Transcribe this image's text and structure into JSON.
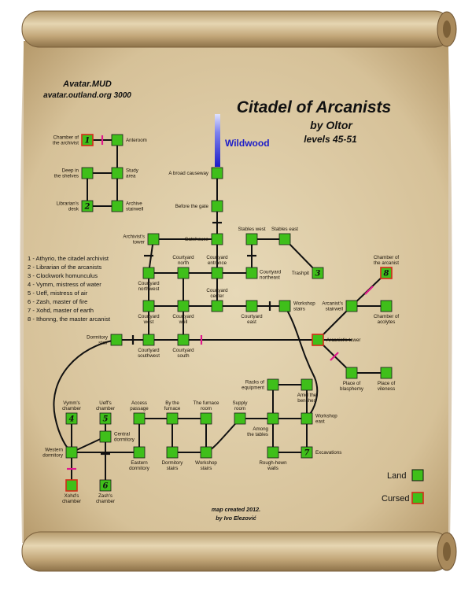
{
  "header": {
    "server": "Avatar.MUD",
    "address": "avatar.outland.org 3000",
    "title": "Citadel of Arcanists",
    "author": "by Oltor",
    "levels": "levels 45-51",
    "exit_label": "Wildwood"
  },
  "legend_list": [
    "1 - Athyrio, the citadel archivist",
    "2 - Librarian of the arcanists",
    "3 - Clockwork homunculus",
    "4 - Vymm, mistress of water",
    "5 - Ueff, mistress of air",
    "6 - Zash, master of fire",
    "7 - Xohd, master of earth",
    "8 - Ithonng, the master arcanist"
  ],
  "key": {
    "land": "Land",
    "cursed": "Cursed"
  },
  "credits": {
    "line1": "map created 2012.",
    "line2": "by Ivo Elezović"
  },
  "colors": {
    "land": "#3fbf1a",
    "cursed_border": "#d42a1a",
    "door": "#e0198c",
    "wildwood": "#1c1cc8",
    "parchment": "#d9c7a2"
  },
  "rooms": [
    {
      "id": "chamber-archivist",
      "num": "1",
      "cursed": true,
      "label": [
        "Chamber of",
        "the archivist"
      ]
    },
    {
      "id": "anteroom",
      "label": [
        "Anteroom"
      ]
    },
    {
      "id": "deep-shelves",
      "label": [
        "Deep in",
        "the shelves"
      ]
    },
    {
      "id": "study-area",
      "label": [
        "Study",
        "area"
      ]
    },
    {
      "id": "librarians-desk",
      "num": "2",
      "label": [
        "Librarian's",
        "desk"
      ]
    },
    {
      "id": "archive-stairwell",
      "label": [
        "Archive",
        "stairwell"
      ]
    },
    {
      "id": "archivists-tower",
      "label": [
        "Archivist's",
        "tower"
      ]
    },
    {
      "id": "broad-causeway",
      "label": [
        "A broad causeway"
      ]
    },
    {
      "id": "before-gate",
      "label": [
        "Before the gate"
      ]
    },
    {
      "id": "gatehouse",
      "label": [
        "Gatehouse"
      ]
    },
    {
      "id": "stables-west",
      "label": [
        "Stables west"
      ]
    },
    {
      "id": "stables-east",
      "label": [
        "Stables east"
      ]
    },
    {
      "id": "trashpit",
      "num": "3",
      "label": [
        "Trashpit"
      ]
    },
    {
      "id": "cy-northwest",
      "label": [
        "Courtyard",
        "northwest"
      ]
    },
    {
      "id": "cy-north",
      "label": [
        "Courtyard",
        "north"
      ]
    },
    {
      "id": "cy-entrance",
      "label": [
        "Courtyard",
        "entrance"
      ]
    },
    {
      "id": "cy-northeast",
      "label": [
        "Courtyard",
        "northeast"
      ]
    },
    {
      "id": "cy-west",
      "label": [
        "Courtyard",
        "west"
      ]
    },
    {
      "id": "cy-well",
      "label": [
        "Courtyard",
        "well"
      ]
    },
    {
      "id": "cy-center",
      "label": [
        "Courtyard",
        "center"
      ]
    },
    {
      "id": "cy-east",
      "label": [
        "Courtyard",
        "east"
      ]
    },
    {
      "id": "workshop-stairs",
      "label": [
        "Workshop",
        "stairs"
      ]
    },
    {
      "id": "dormitory-stair",
      "label": [
        "Dormitory",
        "stair"
      ]
    },
    {
      "id": "cy-southwest",
      "label": [
        "Courtyard",
        "southwest"
      ]
    },
    {
      "id": "cy-south",
      "label": [
        "Courtyard",
        "south"
      ]
    },
    {
      "id": "arcanists-tower",
      "cursed": true,
      "label": [
        "Arcanist's tower"
      ]
    },
    {
      "id": "chamber-arcanist",
      "num": "8",
      "cursed": true,
      "label": [
        "Chamber of",
        "the arcanist"
      ]
    },
    {
      "id": "arcanists-stairwell",
      "label": [
        "Arcanist's",
        "stairwell"
      ]
    },
    {
      "id": "chamber-acolytes",
      "label": [
        "Chamber of",
        "acolytes"
      ]
    },
    {
      "id": "place-blasphemy",
      "label": [
        "Place of",
        "blasphemy"
      ]
    },
    {
      "id": "place-vileness",
      "label": [
        "Place of",
        "vileness"
      ]
    },
    {
      "id": "vymms-chamber",
      "num": "4",
      "label": [
        "Vymm's",
        "chamber"
      ]
    },
    {
      "id": "ueffs-chamber",
      "num": "5",
      "label": [
        "Ueff's",
        "chamber"
      ]
    },
    {
      "id": "access-passage",
      "label": [
        "Access",
        "passage"
      ]
    },
    {
      "id": "by-furnace",
      "label": [
        "By the",
        "furnace"
      ]
    },
    {
      "id": "furnace-room",
      "label": [
        "The furnace",
        "room"
      ]
    },
    {
      "id": "supply-room",
      "label": [
        "Supply",
        "room"
      ]
    },
    {
      "id": "racks-equipment",
      "label": [
        "Racks of",
        "equipment"
      ]
    },
    {
      "id": "amid-benches",
      "label": [
        "Amid the",
        "benches"
      ]
    },
    {
      "id": "workshop-east",
      "label": [
        "Workshop",
        "east"
      ]
    },
    {
      "id": "central-dormitory",
      "label": [
        "Central",
        "dormitory"
      ]
    },
    {
      "id": "western-dormitory",
      "label": [
        "Western",
        "dormitory"
      ]
    },
    {
      "id": "eastern-dormitory",
      "label": [
        "Eastern",
        "dormitory"
      ]
    },
    {
      "id": "dormitory-stairs",
      "label": [
        "Dormitory",
        "stairs"
      ]
    },
    {
      "id": "workshop-stairs-s",
      "label": [
        "Workshop",
        "stairs"
      ]
    },
    {
      "id": "among-tables",
      "label": [
        "Among",
        "the tables"
      ]
    },
    {
      "id": "excavations",
      "num": "7",
      "label": [
        "Excavations"
      ]
    },
    {
      "id": "rough-hewn-walls",
      "label": [
        "Rough-hewn",
        "walls"
      ]
    },
    {
      "id": "xohds-chamber",
      "cursed": true,
      "label": [
        "Xohd's",
        "chamber"
      ]
    },
    {
      "id": "zashs-chamber",
      "num": "6",
      "label": [
        "Zash's",
        "chamber"
      ]
    }
  ]
}
